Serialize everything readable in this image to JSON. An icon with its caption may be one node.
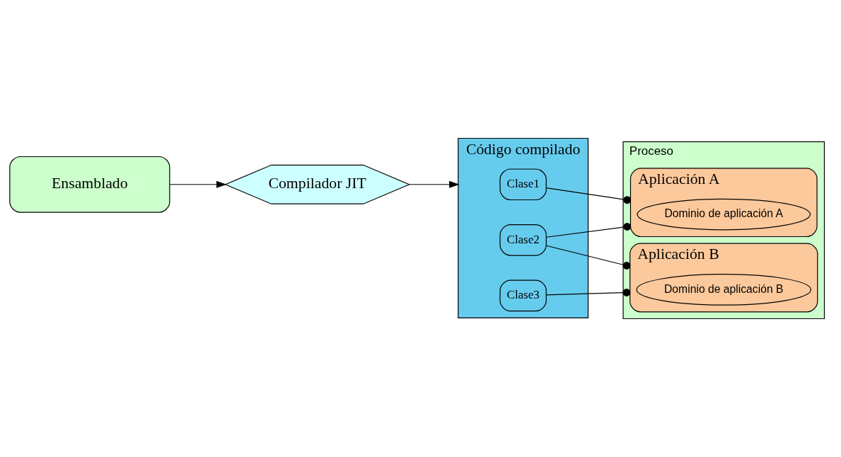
{
  "diagram": {
    "nodes": [
      {
        "text": [
          "Ensamblado"
        ]
      },
      {
        "text": [
          "Compilador JIT"
        ]
      },
      {
        "text": [
          "Código compilado"
        ]
      },
      {
        "text": [
          "Clase1"
        ],
        "in": 2
      },
      {
        "text": [
          "Clase2"
        ],
        "in": 2
      },
      {
        "text": [
          "Clase3"
        ],
        "in": 2
      },
      {
        "text": [
          "Proceso"
        ]
      },
      {
        "text": [
          "Aplicación A"
        ],
        "in": 6
      },
      {
        "text": [
          "Dominio de aplicación A"
        ],
        "in": 7
      },
      {
        "text": [
          "Aplicación B"
        ],
        "in": 6
      },
      {
        "text": [
          "Dominio de aplicación B"
        ],
        "in": 9
      }
    ],
    "edges": [
      {
        "from": 0,
        "to": 1,
        "arrow": "to"
      },
      {
        "from": 1,
        "to": 2,
        "arrow": "to"
      },
      {
        "from": 3,
        "to": 7,
        "arrow": "other"
      },
      {
        "from": 4,
        "to": 7,
        "arrow": "other"
      },
      {
        "from": 4,
        "to": 9,
        "arrow": "other"
      },
      {
        "from": 5,
        "to": 9,
        "arrow": "other"
      }
    ]
  }
}
